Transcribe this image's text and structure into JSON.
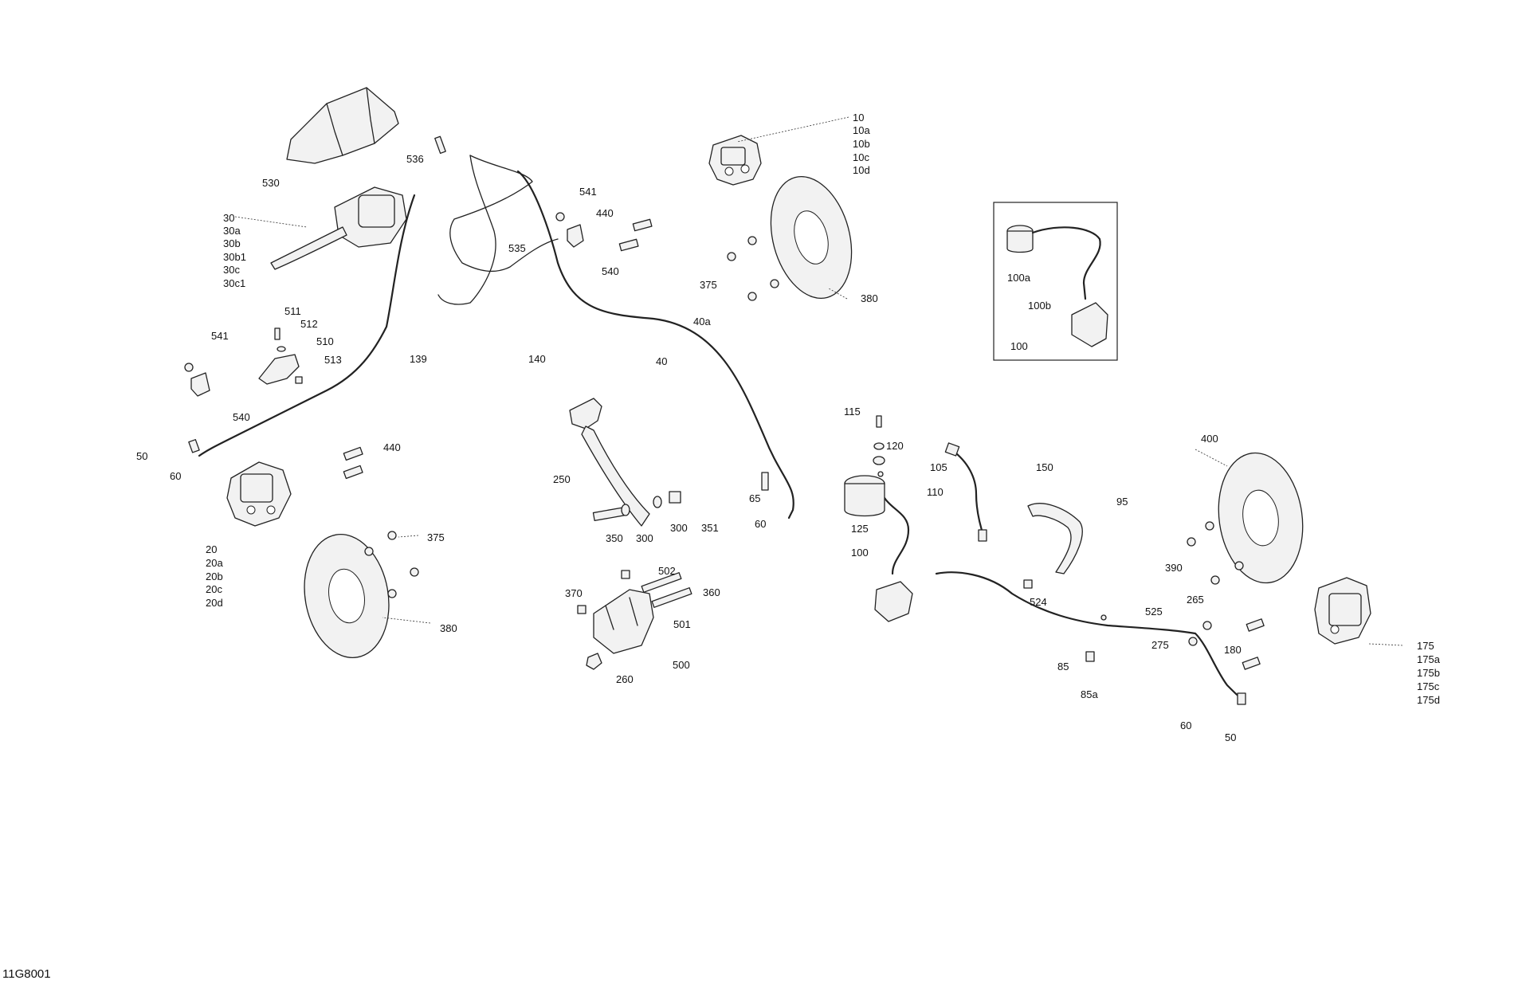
{
  "diagram_id": "11G8001",
  "labels": {
    "l10": "10",
    "l10a": "10a",
    "l10b": "10b",
    "l10c": "10c",
    "l10d": "10d",
    "l530": "530",
    "l536": "536",
    "l541_top": "541",
    "l440_top": "440",
    "l30": "30",
    "l30a": "30a",
    "l30b": "30b",
    "l30b1": "30b1",
    "l30c": "30c",
    "l30c1": "30c1",
    "l535": "535",
    "l540_top": "540",
    "l375_top": "375",
    "l380_top": "380",
    "l511": "511",
    "l512": "512",
    "l541_left": "541",
    "l510": "510",
    "l513": "513",
    "l139": "139",
    "l140": "140",
    "l40a": "40a",
    "l40": "40",
    "l540_left": "540",
    "l50_left": "50",
    "l60_left": "60",
    "l440_left": "440",
    "l20": "20",
    "l20a": "20a",
    "l20b": "20b",
    "l20c": "20c",
    "l20d": "20d",
    "l375_left": "375",
    "l380_left": "380",
    "l250": "250",
    "l350": "350",
    "l300a": "300",
    "l300b": "300",
    "l351": "351",
    "l65": "65",
    "l60_mid": "60",
    "l502": "502",
    "l370": "370",
    "l360": "360",
    "l501": "501",
    "l500": "500",
    "l260": "260",
    "l115": "115",
    "l120": "120",
    "l105": "105",
    "l110": "110",
    "l125": "125",
    "l100_mid": "100",
    "l150": "150",
    "l95": "95",
    "l100a": "100a",
    "l100b": "100b",
    "l100_inset": "100",
    "l400": "400",
    "l390": "390",
    "l265": "265",
    "l524": "524",
    "l525": "525",
    "l275": "275",
    "l85": "85",
    "l85a": "85a",
    "l180": "180",
    "l175": "175",
    "l175a": "175a",
    "l175b": "175b",
    "l175c": "175c",
    "l175d": "175d",
    "l60_right": "60",
    "l50_right": "50"
  }
}
